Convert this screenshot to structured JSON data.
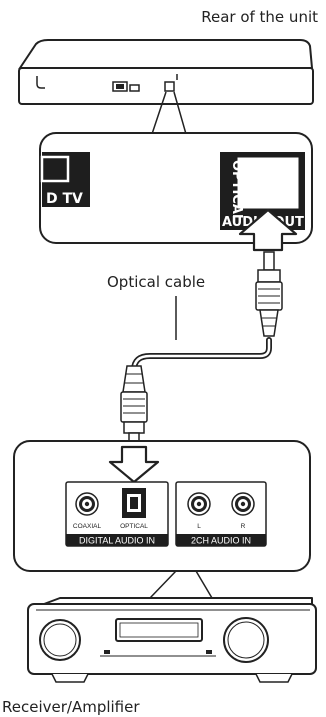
{
  "labels": {
    "rear_of_unit": "Rear of the unit",
    "optical_cable": "Optical cable",
    "receiver_amplifier": "Receiver/Amplifier"
  },
  "player_panel": {
    "left_fragment": "D TV",
    "optical_top": "OPTICAL",
    "audio_out": "AUDIO OUT"
  },
  "receiver_panel": {
    "coaxial": "COAXIAL",
    "optical": "OPTICAL",
    "l": "L",
    "r": "R",
    "digital_audio_in": "DIGITAL AUDIO IN",
    "two_ch_audio_in": "2CH AUDIO IN"
  },
  "colors": {
    "line": "#222222",
    "dark": "#1e1e1e",
    "white": "#ffffff"
  }
}
